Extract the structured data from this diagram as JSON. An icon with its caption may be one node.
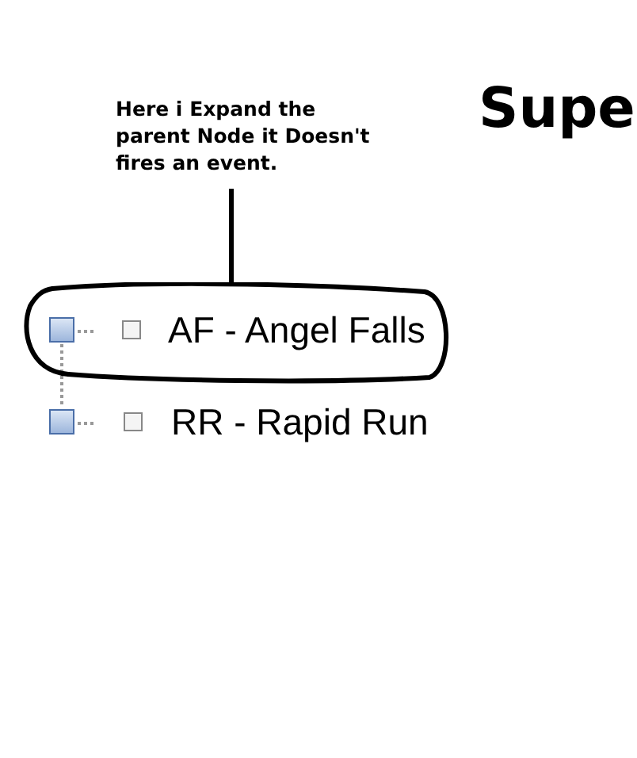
{
  "diagram": {
    "nodes": [
      {
        "text": [
          "Here i Expand the parent Node it Doesn't fires an event."
        ]
      },
      {
        "text": [
          "AF - Angel Falls"
        ]
      },
      {
        "text": [
          "RR - Rapid Run"
        ]
      }
    ],
    "edges": [
      {
        "from": 0,
        "to": 1,
        "arrow": "none"
      },
      {
        "from": 1,
        "to": 2,
        "arrow": "none",
        "style": "dashed",
        "color": "#999999"
      }
    ],
    "labels": [
      "Supe"
    ]
  }
}
